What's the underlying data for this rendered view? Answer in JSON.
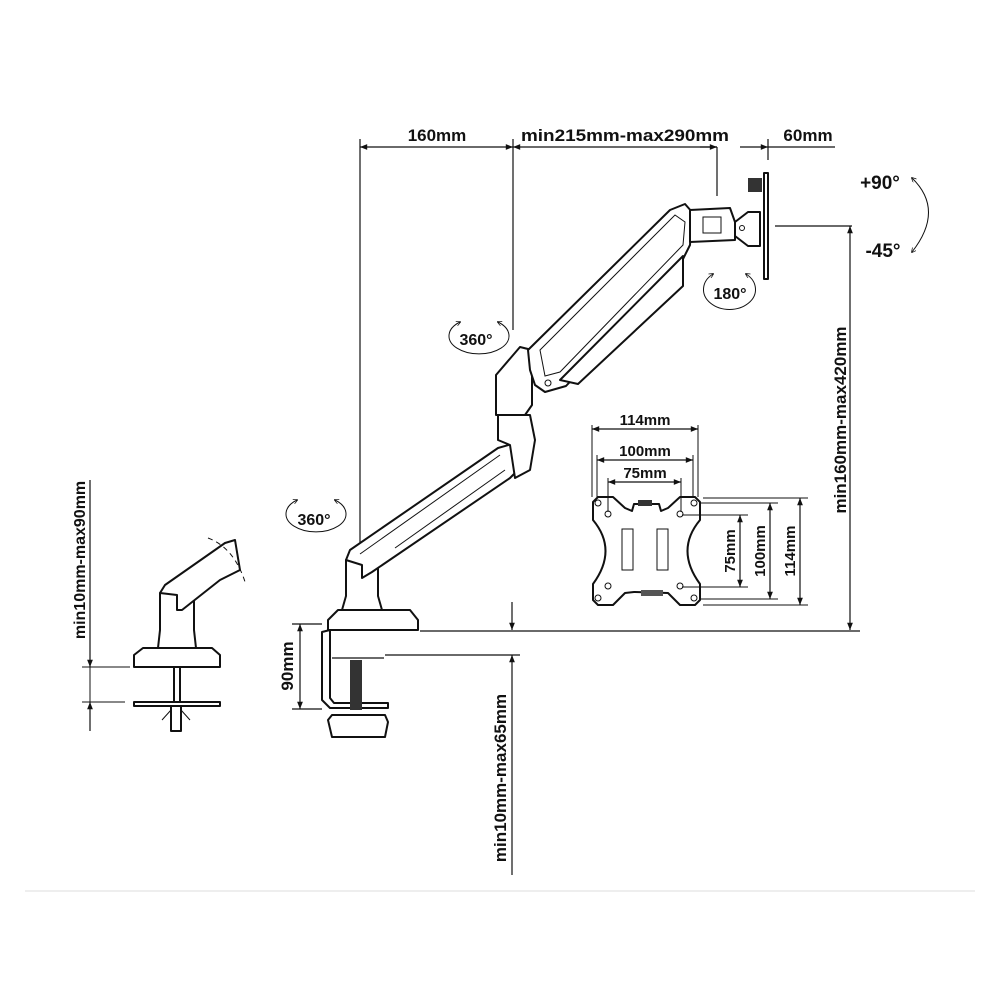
{
  "dimensions": {
    "base_offset": "160mm",
    "arm_reach": "min215mm-max290mm",
    "head_offset": "60mm",
    "height_range": "min160mm-max420mm",
    "clamp_thickness": "min10mm-max65mm",
    "clamp_depth": "90mm",
    "grommet_thickness": "min10mm-max90mm"
  },
  "rotations": {
    "upper_joint": "360°",
    "base_joint": "360°",
    "head_swivel": "180°",
    "tilt_up": "+90°",
    "tilt_down": "-45°"
  },
  "vesa": {
    "width_outer": "114mm",
    "width_100": "100mm",
    "width_75": "75mm",
    "height_75": "75mm",
    "height_100": "100mm",
    "height_outer": "114mm"
  },
  "colors": {
    "line": "#111111",
    "background": "#ffffff",
    "separator": "#dddddd"
  }
}
